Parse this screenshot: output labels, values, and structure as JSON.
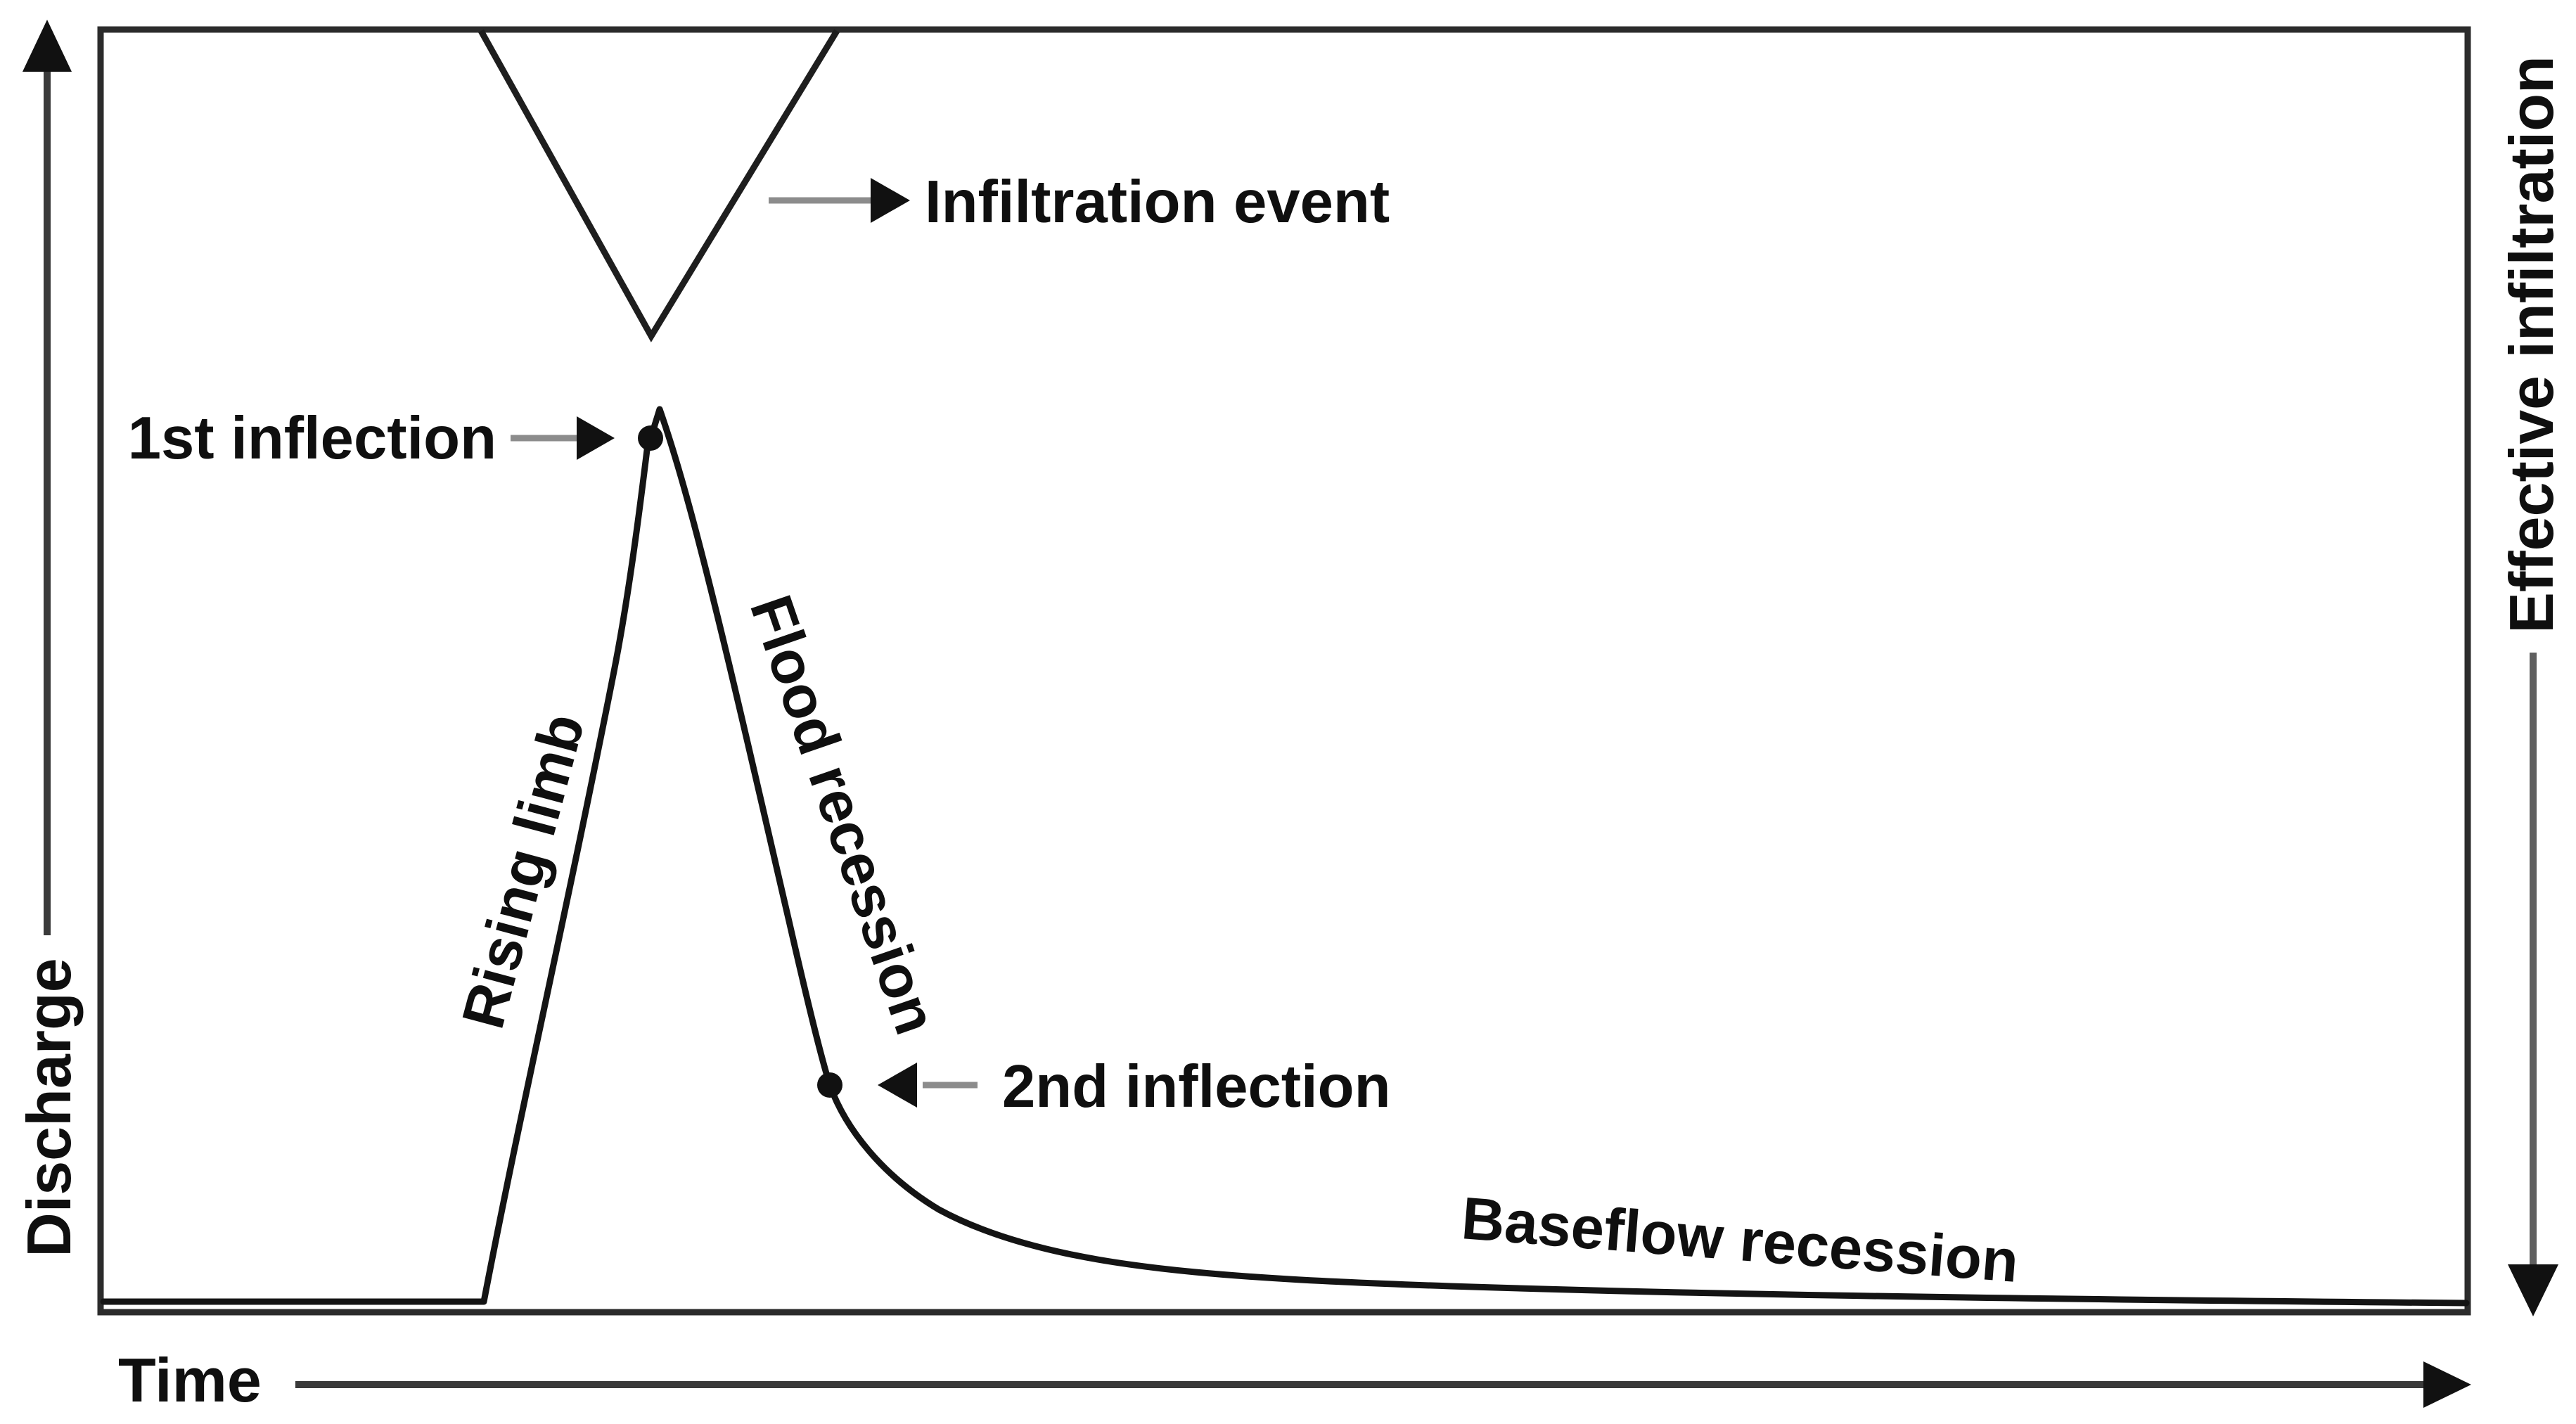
{
  "figure": {
    "type": "hydrograph-diagram",
    "background_color": "#ffffff",
    "line_color": "#141414",
    "frame_color": "#2b2b2b",
    "label_arrow_shaft_color": "#8c8c8c",
    "text_color": "#0f0f0f",
    "axes": {
      "y_left_label": "Discharge",
      "y_right_label": "Effective infiltration",
      "x_label": "Time"
    },
    "annotations": {
      "infiltration_event": "Infiltration event",
      "first_inflection": "1st inflection",
      "second_inflection": "2nd inflection",
      "rising_limb": "Rising limb",
      "flood_recession": "Flood recession",
      "baseflow_recession": "Baseflow recession"
    },
    "markers": {
      "first_inflection_point": "peak dot on rising limb just below crest",
      "second_inflection_point": "dot where flood recession meets baseflow recession"
    }
  }
}
